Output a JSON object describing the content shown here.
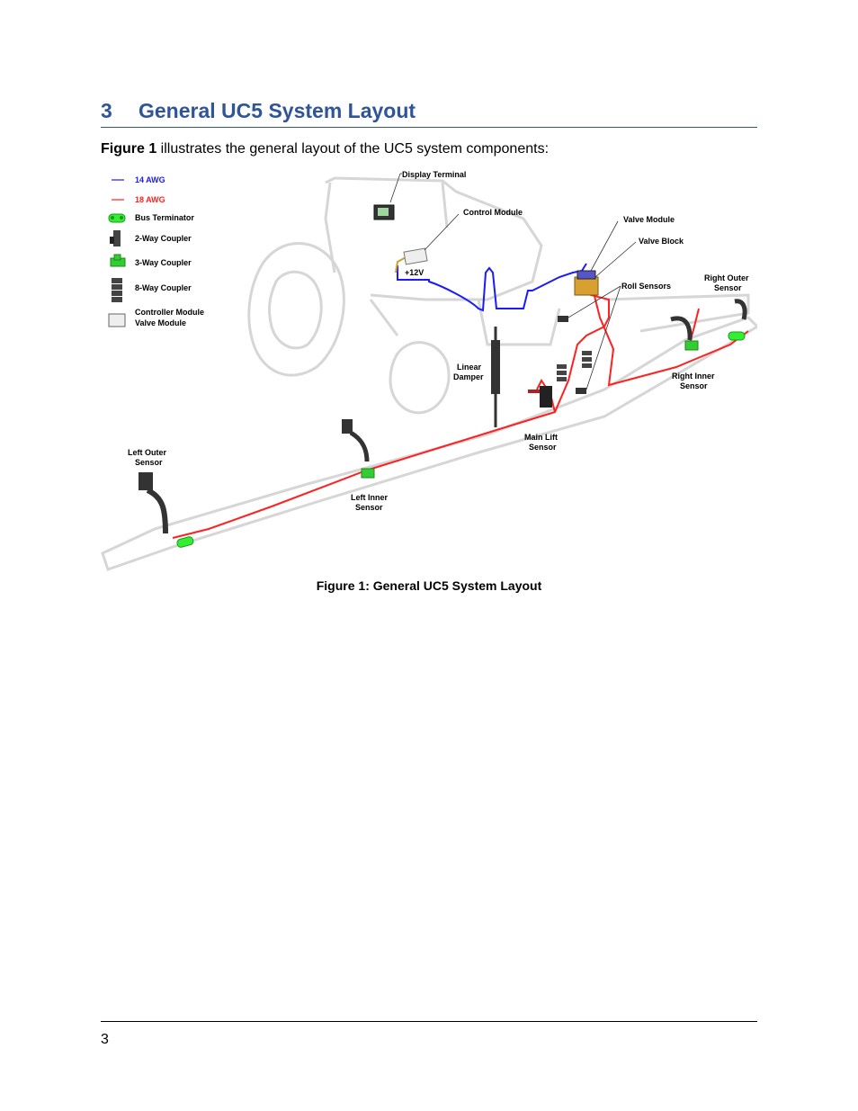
{
  "section": {
    "number": "3",
    "title": "General UC5 System Layout"
  },
  "intro": {
    "ref": "Figure 1",
    "text": " illustrates the general layout of the UC5 system components:"
  },
  "legend": {
    "wire_14": "14 AWG",
    "wire_18": "18 AWG",
    "bus_terminator": "Bus Terminator",
    "two_way": "2-Way Coupler",
    "three_way": "3-Way Coupler",
    "eight_way": "8-Way Coupler",
    "controller_line1": "Controller Module",
    "controller_line2": "Valve Module"
  },
  "labels": {
    "display_terminal": "Display Terminal",
    "control_module": "Control Module",
    "valve_module": "Valve Module",
    "valve_block": "Valve Block",
    "roll_sensors": "Roll Sensors",
    "right_outer_1": "Right Outer",
    "right_outer_2": "Sensor",
    "right_inner_1": "Right Inner",
    "right_inner_2": "Sensor",
    "plus12v": "+12V",
    "linear_damper_1": "Linear",
    "linear_damper_2": "Damper",
    "main_lift_1": "Main Lift",
    "main_lift_2": "Sensor",
    "left_outer_1": "Left Outer",
    "left_outer_2": "Sensor",
    "left_inner_1": "Left Inner",
    "left_inner_2": "Sensor"
  },
  "colors": {
    "blue_wire": "#1a1aff",
    "red_wire": "#ff2020",
    "heading": "#2f5597",
    "terminator": "#33ee33"
  },
  "caption": "Figure 1: General UC5 System Layout",
  "page_number": "3"
}
